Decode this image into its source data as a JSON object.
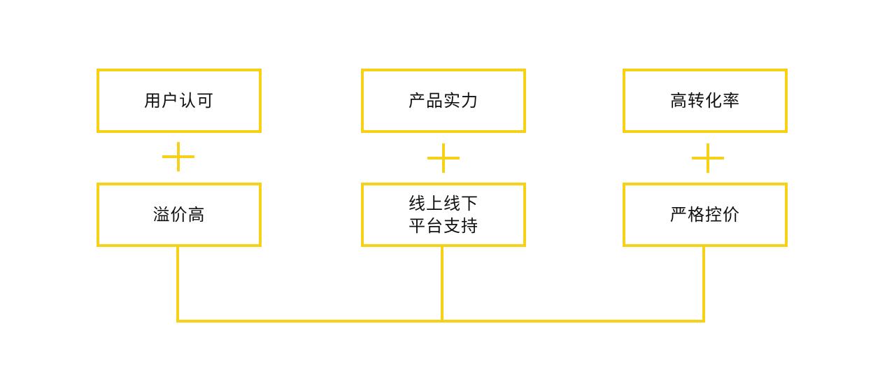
{
  "colors": {
    "accent": "#F7D117",
    "text": "#111111",
    "background": "#ffffff"
  },
  "columns": [
    {
      "top": "用户认可",
      "bottom": "溢价高"
    },
    {
      "top": "产品实力",
      "bottom": "线上线下\n平台支持"
    },
    {
      "top": "高转化率",
      "bottom": "严格控价"
    }
  ],
  "operator_icon": "plus-icon"
}
